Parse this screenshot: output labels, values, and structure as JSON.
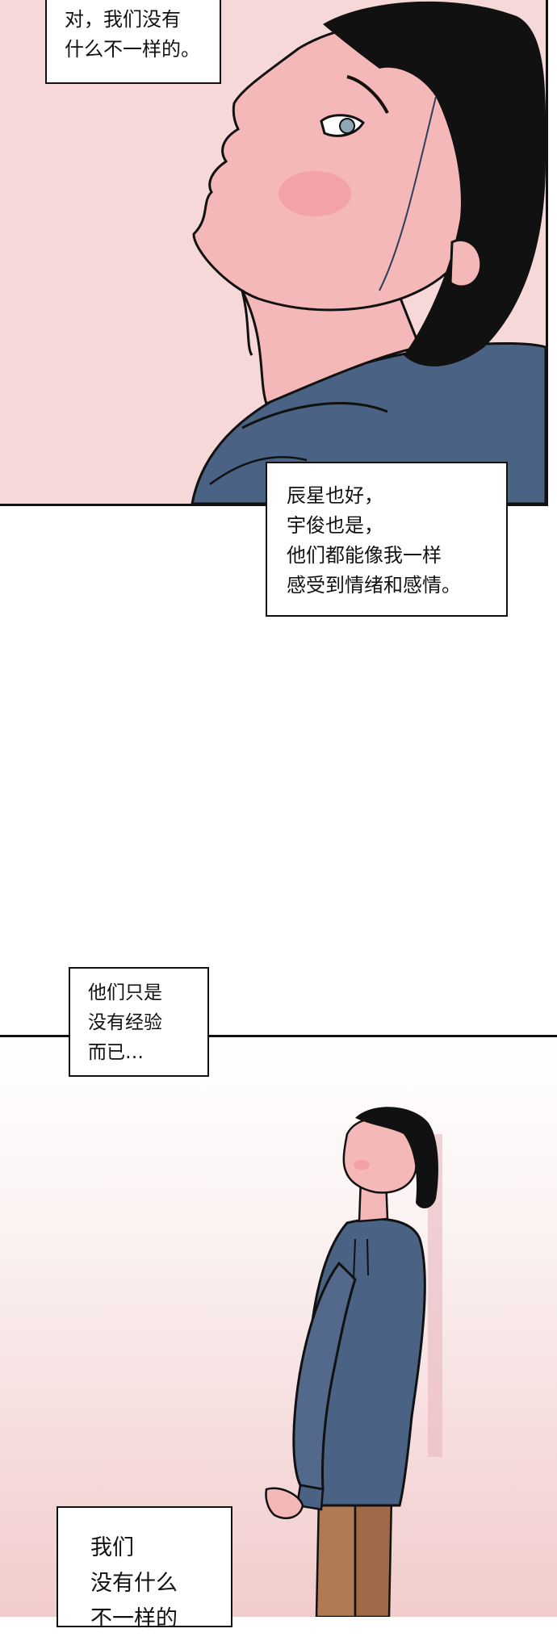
{
  "panels": [
    {
      "caption_lines": [
        "对，我们没有",
        "什么不一样的。"
      ]
    },
    {
      "caption_lines": [
        "辰星也好，",
        "宇俊也是，",
        "他们都能像我一样",
        "感受到情绪和感情。"
      ]
    },
    {
      "caption_lines": [
        "他们只是",
        "没有经验",
        "而已…"
      ]
    },
    {
      "caption_lines": [
        "我们",
        "没有什么",
        "不一样的"
      ]
    }
  ],
  "colors": {
    "panel_pink": "#f6d8d8",
    "skin": "#f5b8b8",
    "hair": "#111111",
    "hoodie": "#4a6283",
    "pants": "#b07a55",
    "border": "#111111"
  }
}
